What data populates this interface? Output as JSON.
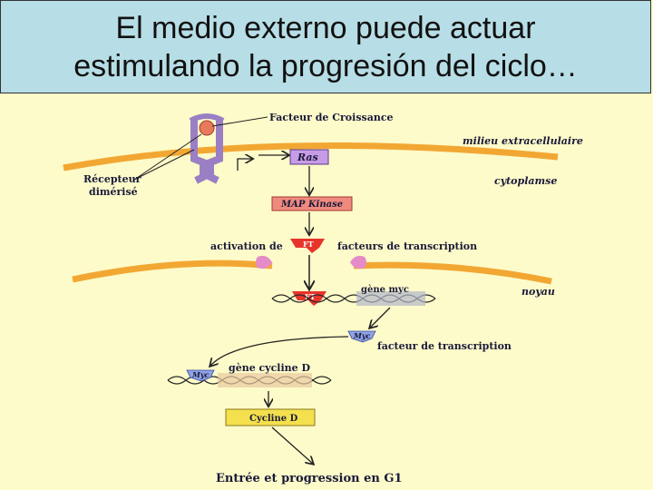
{
  "title": {
    "line1": "El medio externo puede actuar",
    "line2": "estimulando la progresión del ciclo…"
  },
  "diagram": {
    "labels": {
      "growth_factor": "Facteur de Croissance",
      "extracellular": "milieu extracellulaire",
      "receptor_line1": "Récepteur",
      "receptor_line2": "dimérisé",
      "ras": "Ras",
      "cytoplasm": "cytoplamse",
      "map_kinase": "MAP Kinase",
      "activation": "activation de",
      "tf_plural": "facteurs de transcription",
      "ft_box": "FT",
      "ft_box2": "FT",
      "myc_gene": "gène myc",
      "nucleus": "noyau",
      "myc_protein": "Myc",
      "tf_singular": "facteur de transcription",
      "cyclin_d_gene": "gène cycline D",
      "myc_protein2": "Myc",
      "cyclin_d": "Cycline D",
      "g1_entry": "Entrée et progression en G1"
    },
    "colors": {
      "membrane": "#f2a733",
      "receptor": "#9b7fc4",
      "ras_box": "#c79ce6",
      "kinase_box": "#f08a7e",
      "ft_red": "#e8332a",
      "pore": "#e58cc8",
      "dna": "#2a2a2a",
      "myc_blue": "#8fa3e6",
      "gene_box": "#b0b6c8",
      "cyclin_box": "#f4e04d"
    }
  }
}
